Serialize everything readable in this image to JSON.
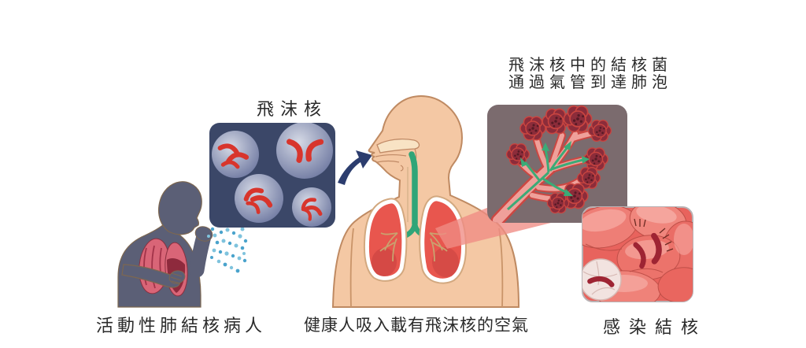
{
  "labels": {
    "droplet_nuclei": "飛沫核",
    "alveoli_caption": "飛沫核中的結核菌\n通過氣管到達肺泡",
    "patient": "活動性肺結核病人",
    "healthy_person": "健康人吸入載有飛沫核的空氣",
    "infection": "感染結核"
  },
  "colors": {
    "background": "#ffffff",
    "text": "#2a2a2a",
    "silhouette": "#5b5f76",
    "silhouette_outline": "#7d6750",
    "silhouette_lung": "#d96577",
    "silhouette_lung_dark": "#8e2a3d",
    "spray_blue_1": "#4aa3cc",
    "spray_blue_2": "#7fc3dd",
    "droplet_box": "#3b4768",
    "droplet_sphere_light": "#d3d7e4",
    "droplet_sphere_dark": "#6f79a1",
    "bacteria_red": "#d8352c",
    "inhale_arrow_navy": "#2c3d6e",
    "skin": "#f4c8a4",
    "skin_outline": "#bf8a62",
    "nasal_cavity": "#f8e3c4",
    "airway_green": "#2fa578",
    "lung_red": "#e8564e",
    "lung_shadow": "#c43f3e",
    "bronchi_tan": "#c9a26f",
    "callout_pink": "#ef8c84",
    "alveoli_box": "#7b6b6e",
    "bronchiole_pink": "#efa09a",
    "bronchiole_outline": "#cc4742",
    "alveoli_cluster": "#8c2c3a",
    "alveoli_dot": "#571a25",
    "infection_box_bg": "#e8635d",
    "infection_cell": "#ee7e76",
    "infection_cell_line": "#bf4f48",
    "macrophage": "#f2e3e0",
    "rod_dark": "#9e2433",
    "box_border_gray": "#b9b2b4"
  }
}
